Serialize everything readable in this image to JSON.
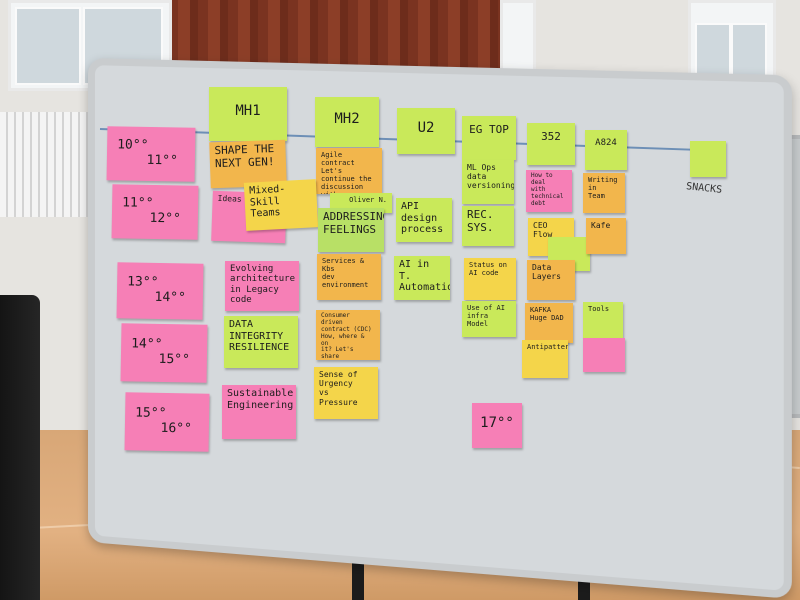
{
  "room": {
    "snacks_label": "SNACKS"
  },
  "time_slots": [
    {
      "start": "10°°",
      "end": "11°°"
    },
    {
      "start": "11°°",
      "end": "12°°"
    },
    {
      "start": "13°°",
      "end": "14°°"
    },
    {
      "start": "14°°",
      "end": "15°°"
    },
    {
      "start": "15°°",
      "end": "16°°"
    }
  ],
  "extra_time": "17°°",
  "rooms": [
    "MH1",
    "MH2",
    "U2",
    "EG TOP",
    "352",
    "A824"
  ],
  "sessions": {
    "s1": "SHAPE THE\nNEXT GEN!",
    "s2": "Agile contract\nLet's continue the\ndiscussion with\nPablo",
    "s3": "Mixed-Skill\nTeams",
    "s4": "ADDRESSING\nFEELINGS",
    "s5": "API\ndesign process",
    "s6": "ML Ops\ndata versioning",
    "s7": "REC.\nSYS.",
    "s8": "How to deal\nwith technical\ndebt",
    "s9": "Writing in\nTeam",
    "s10": "CEO\nFlow",
    "s11": "Kafe",
    "s12": "Evolving\narchitecture\nin Legacy code",
    "s13": "Services & Kbs\ndev environment",
    "s14": "AI in T.\nAutomation",
    "s15": "Status on\nAI code",
    "s16": "Data\nLayers",
    "s17": "DATA\nINTEGRITY\nRESILIENCE",
    "s18": "Consumer driven\ncontract (CDC)\nHow, where & on\nit? Let's share",
    "s19": "Use of AI\ninfra Model",
    "s20": "KAFKA\nHuge DAD",
    "s21": "Tools",
    "s22": "Antipatterns",
    "s23": "Sustainable\nEngineering",
    "s24": "Sense of Urgency\nvs\nPressure",
    "s25": "Oliver N.",
    "s26": "Ideas"
  }
}
